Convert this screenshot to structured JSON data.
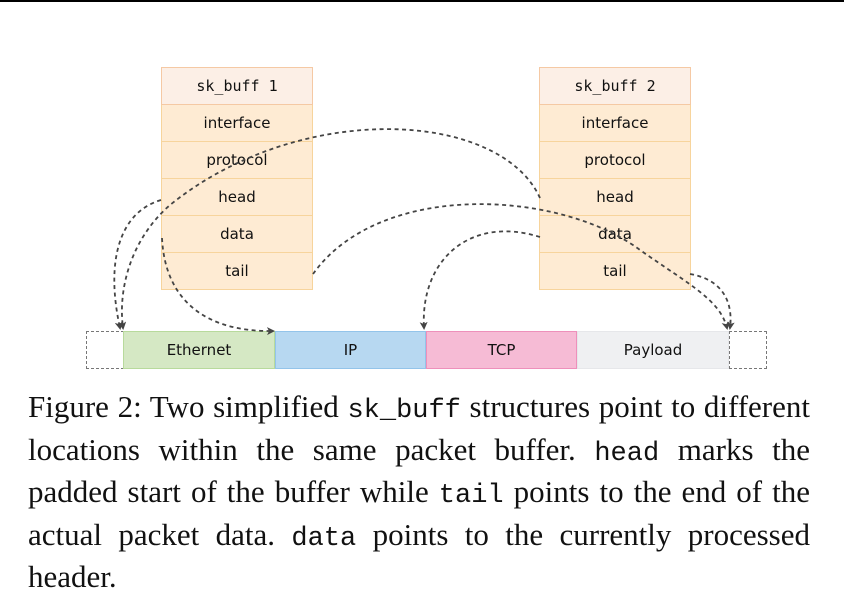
{
  "figure": {
    "sk_buffs": [
      {
        "title": "sk_buff 1",
        "fields": [
          "interface",
          "protocol",
          "head",
          "data",
          "tail"
        ]
      },
      {
        "title": "sk_buff 2",
        "fields": [
          "interface",
          "protocol",
          "head",
          "data",
          "tail"
        ]
      }
    ],
    "packet_buffer": {
      "segments": [
        {
          "label": "",
          "kind": "padding"
        },
        {
          "label": "Ethernet",
          "kind": "header",
          "color": "#d5e8c4"
        },
        {
          "label": "IP",
          "kind": "header",
          "color": "#b7d8f1"
        },
        {
          "label": "TCP",
          "kind": "header",
          "color": "#f6bbd5"
        },
        {
          "label": "Payload",
          "kind": "data",
          "color": "#eff0f2"
        },
        {
          "label": "",
          "kind": "padding"
        }
      ]
    },
    "pointers": [
      {
        "from": "sk_buff 1.head",
        "to": "Ethernet start (padded start)"
      },
      {
        "from": "sk_buff 1.data",
        "to": "IP start"
      },
      {
        "from": "sk_buff 1.tail",
        "to": "Payload end"
      },
      {
        "from": "sk_buff 2.head",
        "to": "Ethernet start (padded start)"
      },
      {
        "from": "sk_buff 2.data",
        "to": "TCP start"
      },
      {
        "from": "sk_buff 2.tail",
        "to": "Payload end"
      }
    ]
  },
  "caption": {
    "prefix": "Figure 2: Two simplified ",
    "code1": "sk_buff",
    "part2": " structures point to different locations within the same packet buffer. ",
    "code2": "head",
    "part3": " marks the padded start of the buffer while ",
    "code3": "tail",
    "part4": " points to the end of the actual packet data. ",
    "code4": "data",
    "part5": " points to the currently processed header."
  }
}
